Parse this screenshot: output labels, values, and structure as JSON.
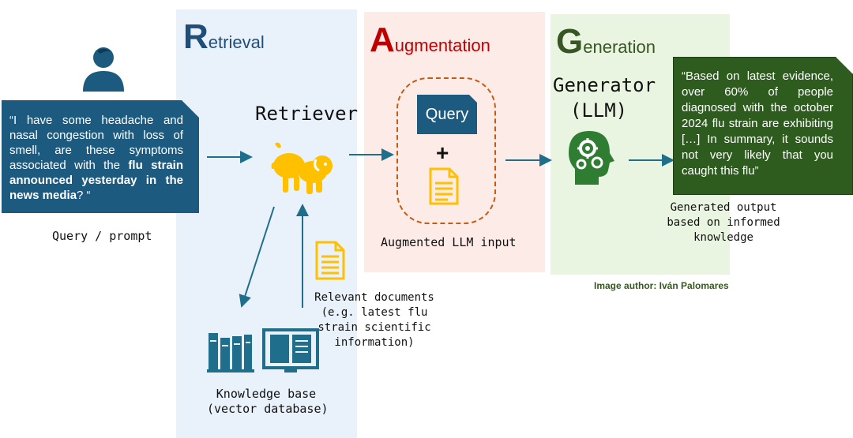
{
  "sections": {
    "retrieval": {
      "initial": "R",
      "rest": "etrieval"
    },
    "augmentation": {
      "initial": "A",
      "rest": "ugmentation"
    },
    "generation": {
      "initial": "G",
      "rest": "eneration"
    }
  },
  "query": {
    "text_start": "“I have some headache and nasal congestion with loss of smell, are these symptoms associated with the ",
    "text_bold": "flu strain announced yesterday in the news media",
    "text_end": "? “",
    "caption": "Query / prompt"
  },
  "retriever": {
    "label": "Retriever"
  },
  "knowledge_base": {
    "caption_line1": "Knowledge base",
    "caption_line2": "(vector database)"
  },
  "relevant_docs": {
    "line1": "Relevant documents",
    "line2": "(e.g. latest flu",
    "line3": "strain scientific",
    "line4": "information)"
  },
  "augmentation": {
    "query_chip": "Query",
    "plus": "+",
    "caption": "Augmented LLM input"
  },
  "generator": {
    "line1": "Generator",
    "line2": "(LLM)"
  },
  "answer": {
    "text": "“Based on latest evidence, over 60% of people diagnosed with the october 2024 flu strain are exhibiting […] In summary, it sounds not very likely that you caught this flu”"
  },
  "output_caption": {
    "line1": "Generated output",
    "line2": "based on informed",
    "line3": "knowledge"
  },
  "credit": "Image author: Iván Palomares",
  "colors": {
    "retrieval_bg": "#e9f1fa",
    "augmentation_bg": "#fcebe6",
    "generation_bg": "#e9f5e1",
    "navy": "#1d5a80",
    "red": "#c00000",
    "green": "#375623",
    "gold": "#ffc000",
    "teal": "#1f6e8c"
  },
  "icons": [
    "user-icon",
    "dog-icon",
    "document-icon",
    "books-icon",
    "open-book-icon",
    "brain-gears-icon"
  ]
}
